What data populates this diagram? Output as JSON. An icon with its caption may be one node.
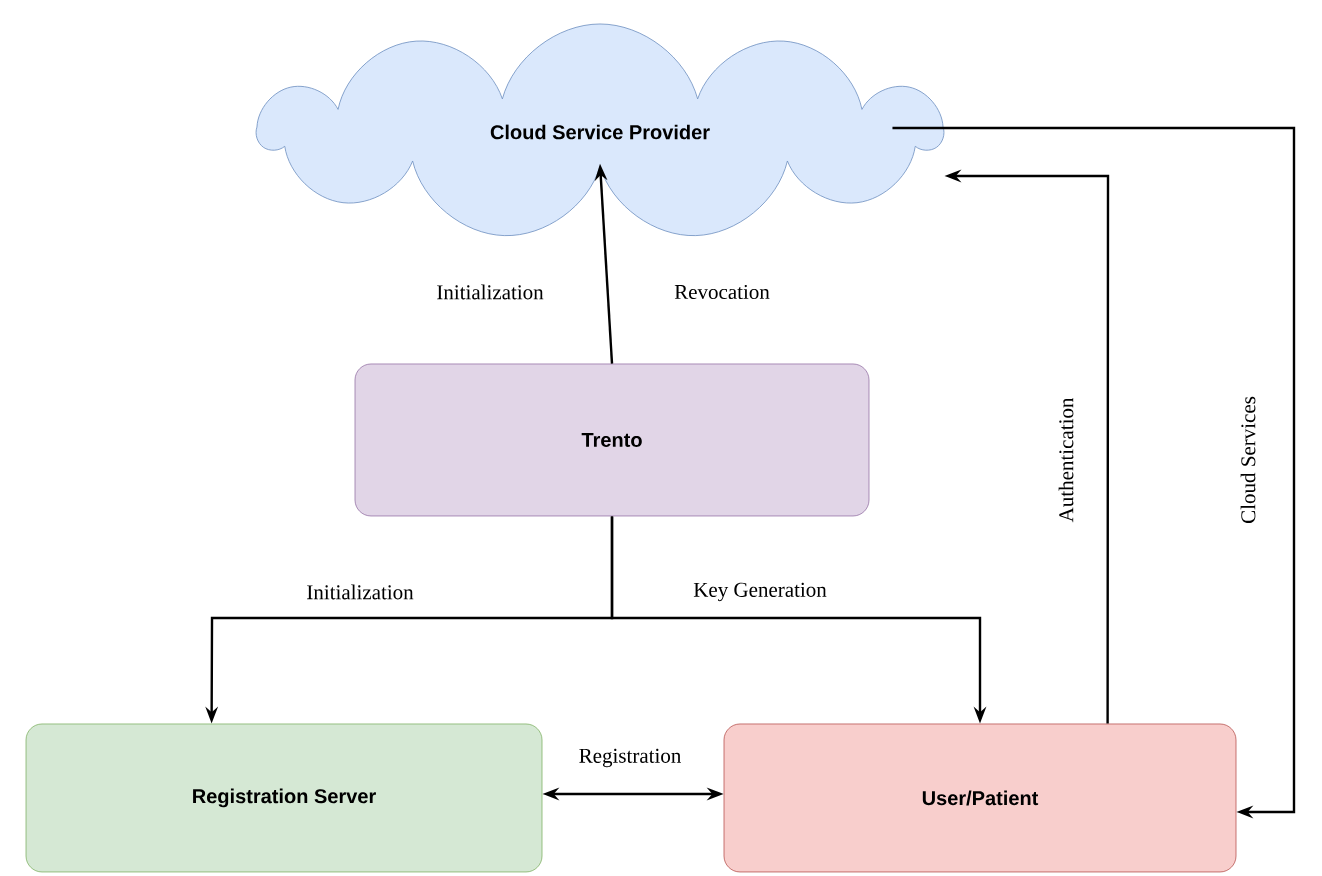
{
  "diagram": {
    "nodes": [
      {
        "text": [
          "Cloud Service Provider"
        ]
      },
      {
        "text": [
          "Trento"
        ]
      },
      {
        "text": [
          "Registration Server"
        ]
      },
      {
        "text": [
          "User/Patient"
        ]
      }
    ],
    "edges": [
      {
        "from": 1,
        "to": 0,
        "arrow": "to",
        "label": "Initialization"
      },
      {
        "from": 1,
        "to": 2,
        "arrow": "to",
        "label": "Initialization"
      },
      {
        "from": 1,
        "to": 3,
        "arrow": "to",
        "label": "Key Generation"
      },
      {
        "from": 2,
        "to": 3,
        "arrow": "both",
        "label": "Registration"
      },
      {
        "from": 3,
        "to": 0,
        "arrow": "to",
        "label": "Authentication"
      },
      {
        "from": 0,
        "to": 3,
        "arrow": "to",
        "label": "Cloud Services"
      }
    ],
    "labels": [
      "Revocation"
    ]
  }
}
